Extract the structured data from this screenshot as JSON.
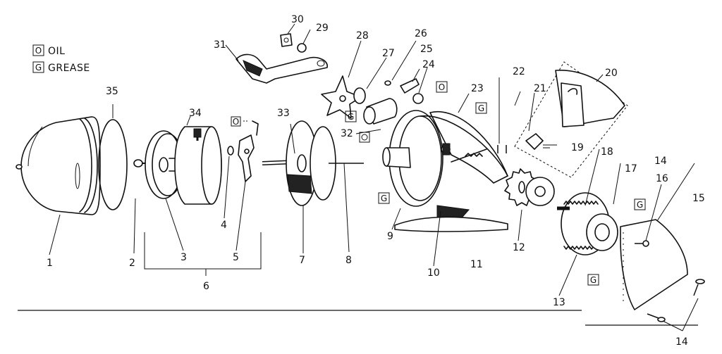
{
  "legend": {
    "oil": {
      "symbol": "O",
      "label": "OIL"
    },
    "grease": {
      "symbol": "G",
      "label": "GREASE"
    }
  },
  "markers": {
    "oil": "O",
    "grease": "G"
  },
  "part_numbers": {
    "p1": "1",
    "p2": "2",
    "p3": "3",
    "p4": "4",
    "p5": "5",
    "p6": "6",
    "p7": "7",
    "p8": "8",
    "p9": "9",
    "p10": "10",
    "p11": "11",
    "p12": "12",
    "p13": "13",
    "p14": "14",
    "p15": "15",
    "p16": "16",
    "p17": "17",
    "p18": "18",
    "p19": "19",
    "p20": "20",
    "p21": "21",
    "p22": "22",
    "p23": "23",
    "p24": "24",
    "p25": "25",
    "p26": "26",
    "p27": "27",
    "p28": "28",
    "p29": "29",
    "p30": "30",
    "p31": "31",
    "p32": "32",
    "p33": "33",
    "p34": "34",
    "p35": "35"
  }
}
